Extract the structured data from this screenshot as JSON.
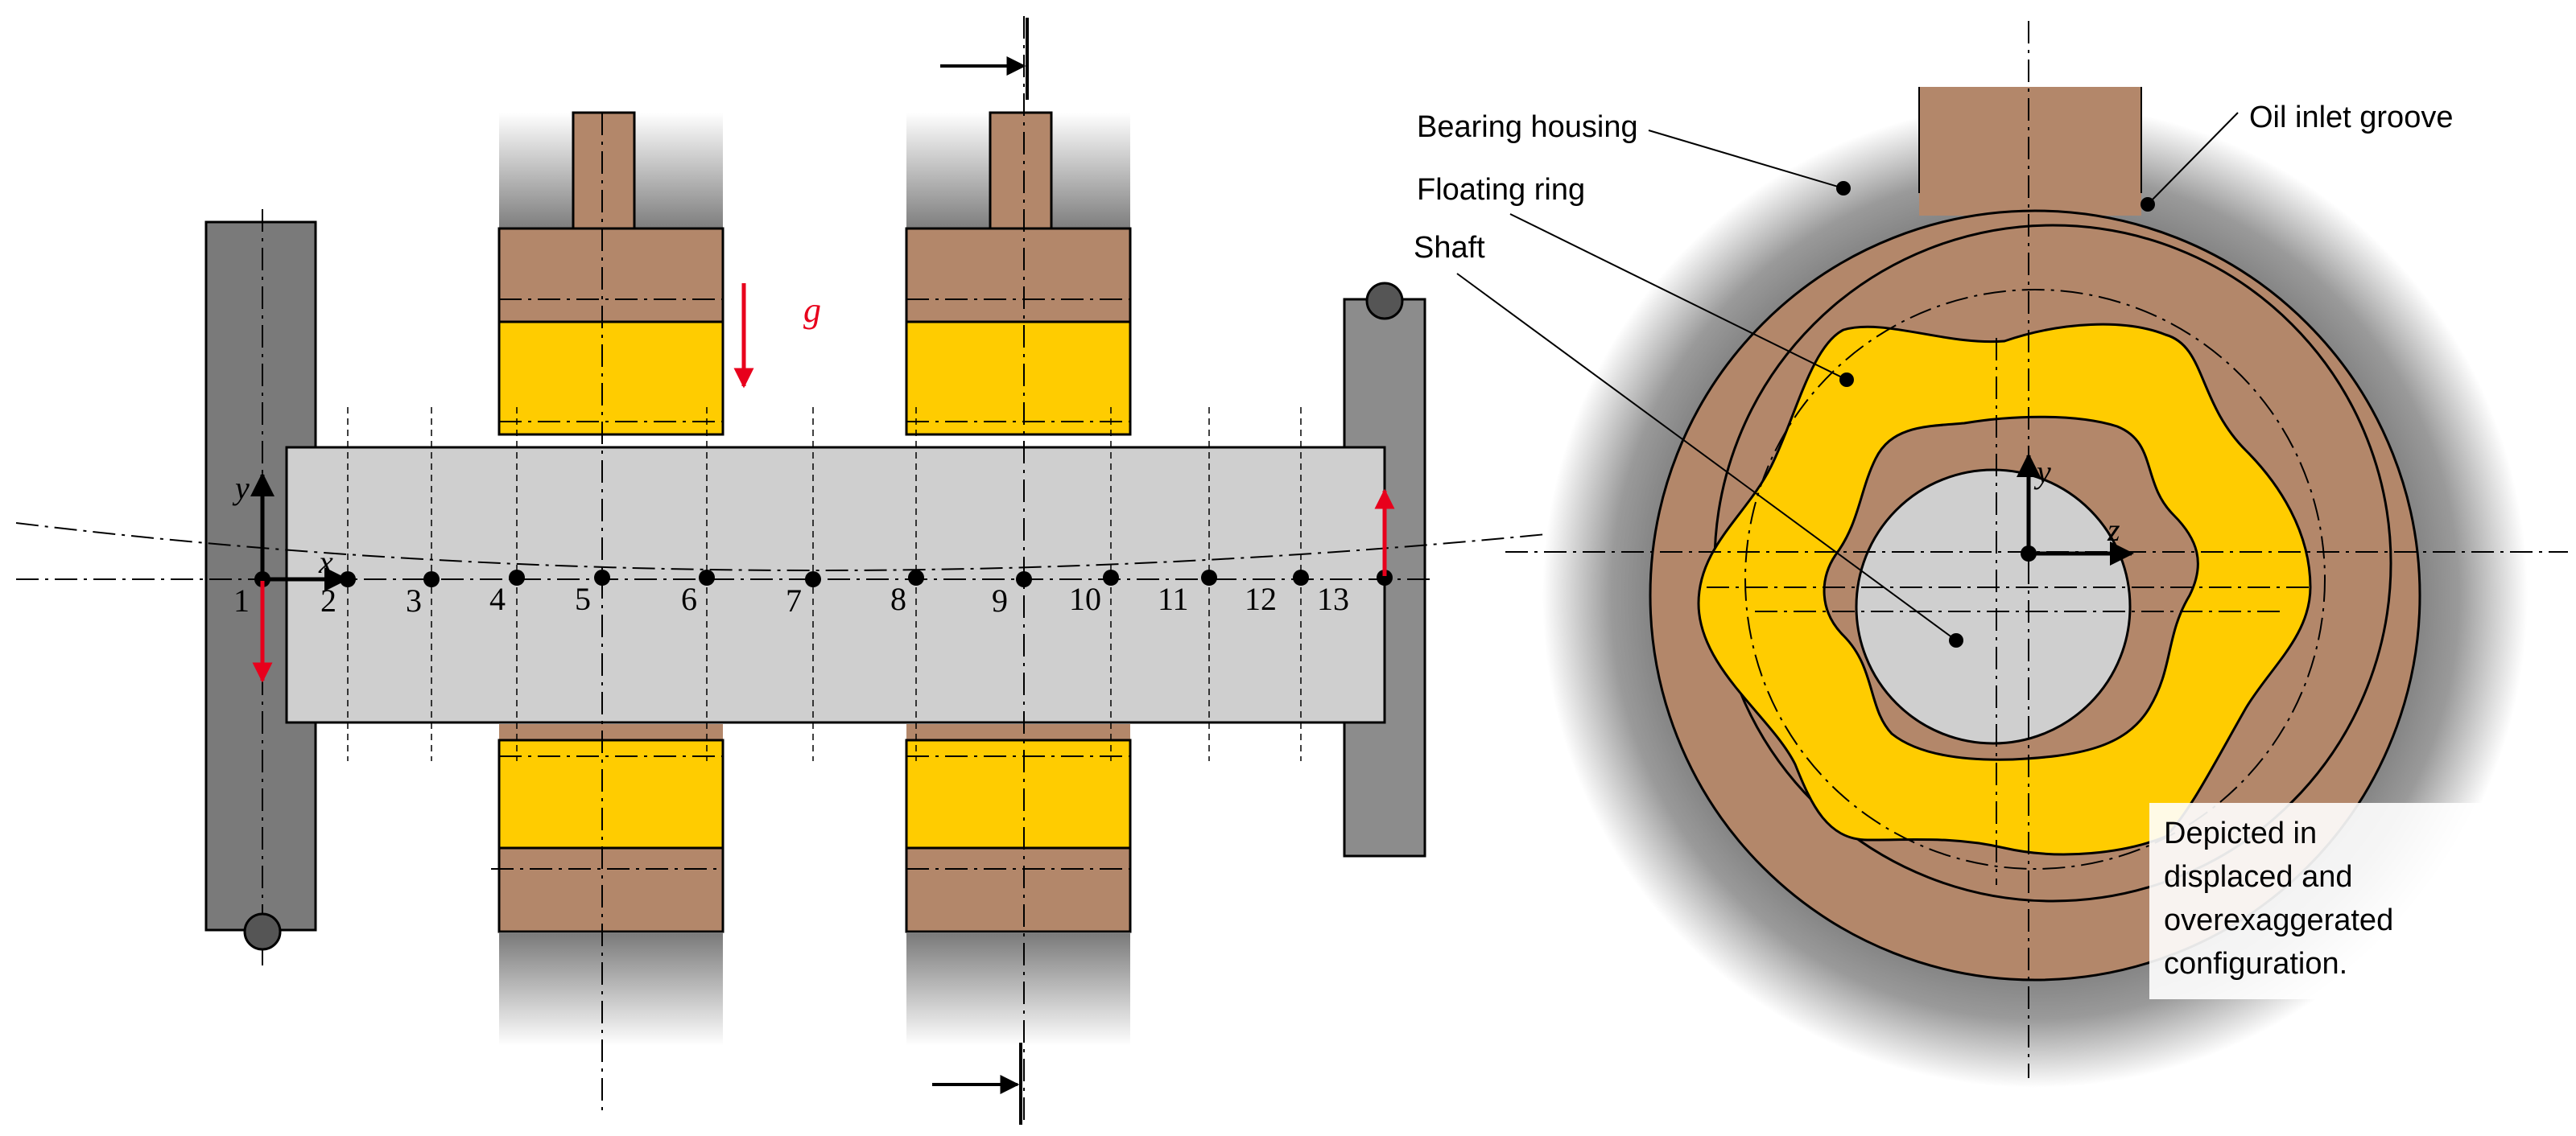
{
  "labels": {
    "bearing_housing": "Bearing housing",
    "floating_ring": "Floating ring",
    "shaft": "Shaft",
    "oil_inlet_groove": "Oil inlet groove",
    "note_lines": [
      "Depicted in",
      "displaced and",
      "overexaggerated",
      "configuration."
    ],
    "gravity": "g",
    "axis_x": "x",
    "axis_y": "y",
    "axis_y_section": "y",
    "axis_z_section": "z"
  },
  "nodes": [
    "1",
    "2",
    "3",
    "4",
    "5",
    "6",
    "7",
    "8",
    "9",
    "10",
    "11",
    "12",
    "13"
  ],
  "colors": {
    "shaft": "#cfcfcf",
    "housing_gray": "#7a7a7a",
    "bronze": "#b3876a",
    "yellow": "#ffcc00",
    "support": "#888888",
    "force_red": "#e8001c"
  }
}
